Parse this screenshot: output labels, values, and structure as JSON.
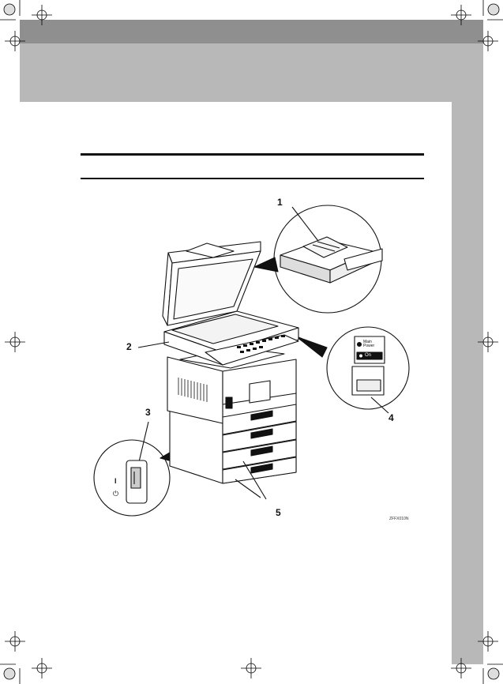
{
  "figure": {
    "callouts": [
      "1",
      "2",
      "3",
      "4",
      "5"
    ],
    "power_panel": {
      "main_power_label": "Main Power",
      "on_label": "On"
    },
    "switch_symbols": {
      "on": "I",
      "standby": "⏻"
    },
    "figure_code": "ZFFX010N"
  }
}
